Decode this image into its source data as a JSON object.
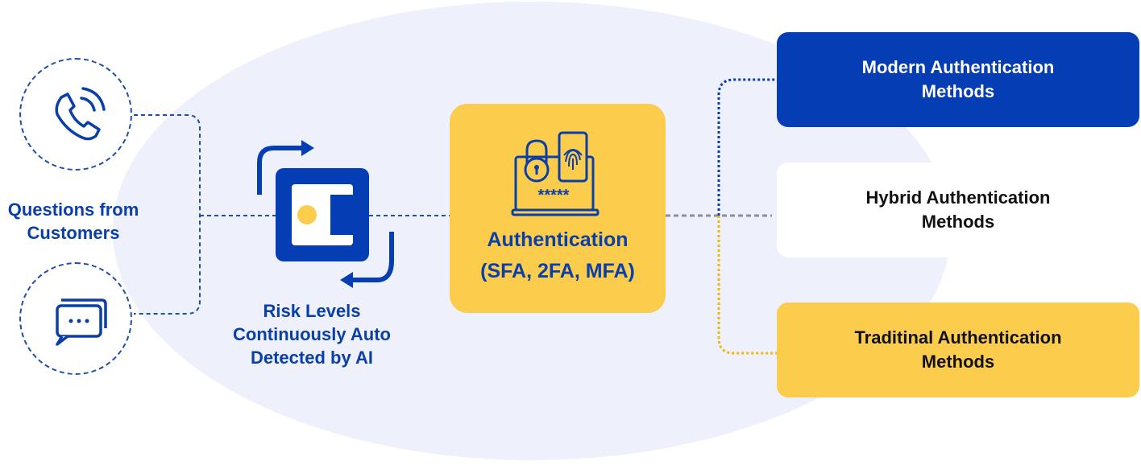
{
  "left": {
    "phone_icon": "phone-icon",
    "chat_icon": "chat-icon",
    "label": "Questions from\nCustomers"
  },
  "risk": {
    "icon": "cycle-icon",
    "label": "Risk Levels\nContinuously Auto\nDetected by AI"
  },
  "auth": {
    "icon": "lock-fingerprint-laptop-icon",
    "title": "Authentication",
    "subtitle": "(SFA, 2FA, MFA)"
  },
  "methods": [
    {
      "label": "Modern Authentication\nMethods"
    },
    {
      "label": "Hybrid Authentication\nMethods"
    },
    {
      "label": "Traditinal Authentication\nMethods"
    }
  ],
  "colors": {
    "blue": "#043db4",
    "yellow": "#fccd4d",
    "background_ellipse": "#eef0fb",
    "connector_gray": "#8e8e9a"
  }
}
